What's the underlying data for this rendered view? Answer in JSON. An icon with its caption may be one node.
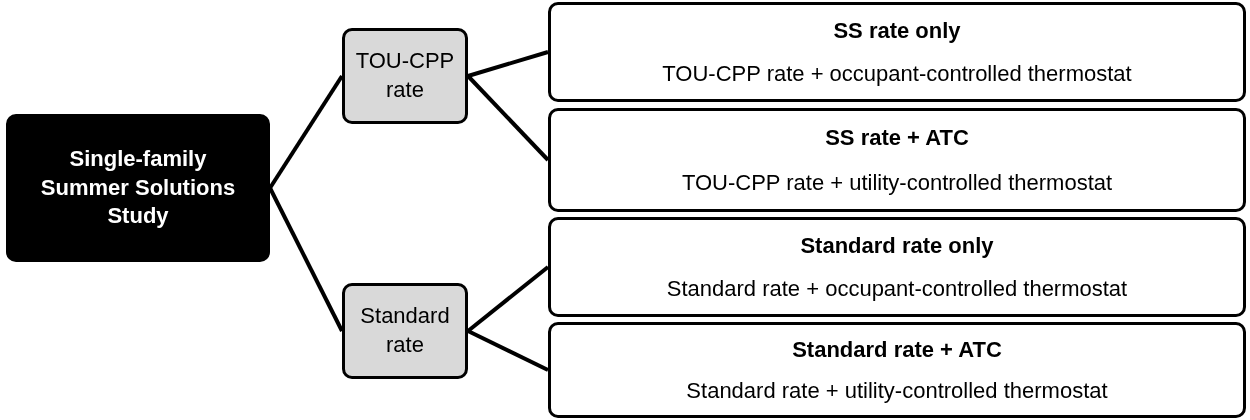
{
  "diagram": {
    "nodes": [
      {
        "text": [
          "Single-family Summer Solutions Study"
        ]
      },
      {
        "text": [
          "TOU-CPP rate"
        ]
      },
      {
        "text": [
          "SS rate only",
          "TOU-CPP rate + occupant-controlled thermostat"
        ]
      },
      {
        "text": [
          "SS rate + ATC",
          "TOU-CPP rate + utility-controlled thermostat"
        ]
      },
      {
        "text": [
          "Standard rate"
        ]
      },
      {
        "text": [
          "Standard rate only",
          "Standard rate + occupant-controlled thermostat"
        ]
      },
      {
        "text": [
          "Standard rate + ATC",
          "Standard rate + utility-controlled thermostat"
        ]
      }
    ],
    "edges": [
      {
        "from": 0,
        "to": 1,
        "arrow": "none"
      },
      {
        "from": 0,
        "to": 4,
        "arrow": "none"
      },
      {
        "from": 1,
        "to": 2,
        "arrow": "none"
      },
      {
        "from": 1,
        "to": 3,
        "arrow": "none"
      },
      {
        "from": 4,
        "to": 5,
        "arrow": "none"
      },
      {
        "from": 4,
        "to": 6,
        "arrow": "none"
      }
    ]
  }
}
